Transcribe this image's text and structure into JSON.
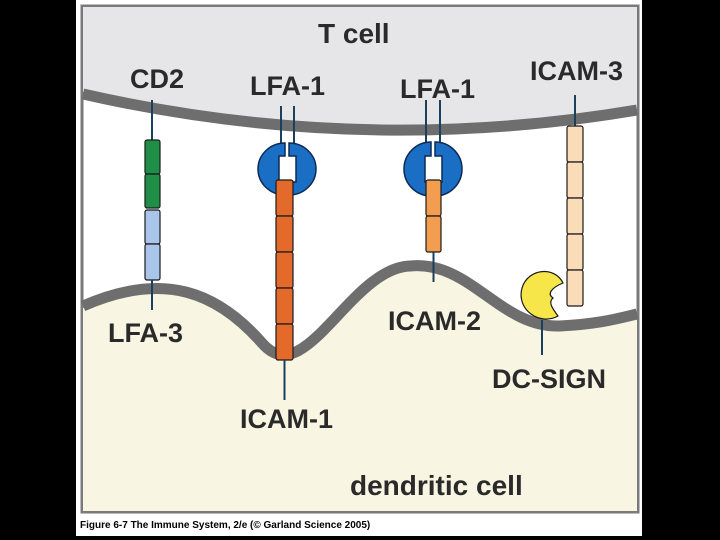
{
  "diagram": {
    "cells": {
      "top": "T cell",
      "bottom": "dendritic cell"
    },
    "labels": {
      "cd2": "CD2",
      "lfa1_left": "LFA-1",
      "lfa1_right": "LFA-1",
      "icam3": "ICAM-3",
      "lfa3": "LFA-3",
      "icam1": "ICAM-1",
      "icam2": "ICAM-2",
      "dcsign": "DC-SIGN"
    },
    "colors": {
      "t_cell_fill": "#e6e6e8",
      "dendritic_fill": "#f8f5e2",
      "membrane": "#6e6e6e",
      "cd2_green": "#1f8f47",
      "lfa3_blue": "#a9c5ea",
      "lfa1_blue": "#1a6fc4",
      "icam1_orange": "#e36a2a",
      "icam2_orange": "#f29d50",
      "icam3_peach": "#fbdcb8",
      "dcsign_yellow": "#f6e64a"
    }
  },
  "caption": "Figure 6-7  The Immune System, 2/e (© Garland Science 2005)"
}
